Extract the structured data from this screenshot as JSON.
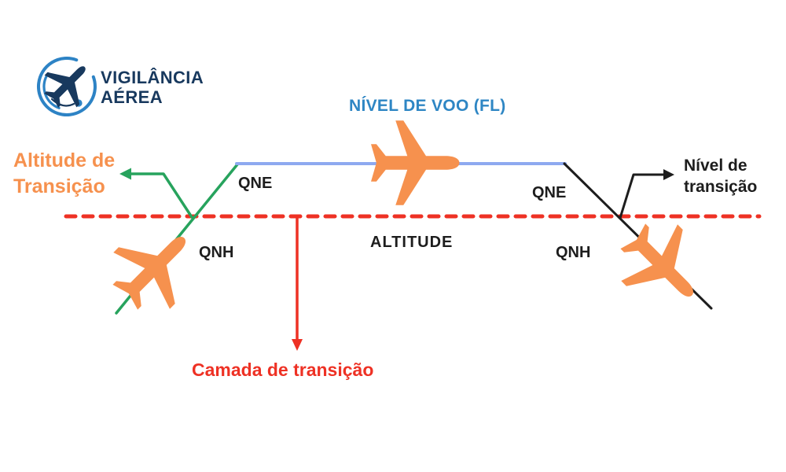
{
  "colors": {
    "navy": "#18395e",
    "logo_blue": "#2d83c5",
    "heading_blue": "#2e86c4",
    "orange": "#f6914e",
    "green": "#27a35d",
    "flight_level_blue": "#8ea9f0",
    "red": "#ee3124",
    "ink": "#1d1d1d"
  },
  "logo": {
    "line1": "VIGILÂNCIA",
    "line2": "AÉREA"
  },
  "labels": {
    "flight_level": "NÍVEL DE VOO (FL)",
    "transition_altitude_line1": "Altitude de",
    "transition_altitude_line2": "Transição",
    "transition_level_line1": "Nível de",
    "transition_level_line2": "transição",
    "transition_layer": "Camada de transição",
    "altitude": "ALTITUDE",
    "qne_left": "QNE",
    "qne_right": "QNE",
    "qnh_left": "QNH",
    "qnh_right": "QNH"
  }
}
